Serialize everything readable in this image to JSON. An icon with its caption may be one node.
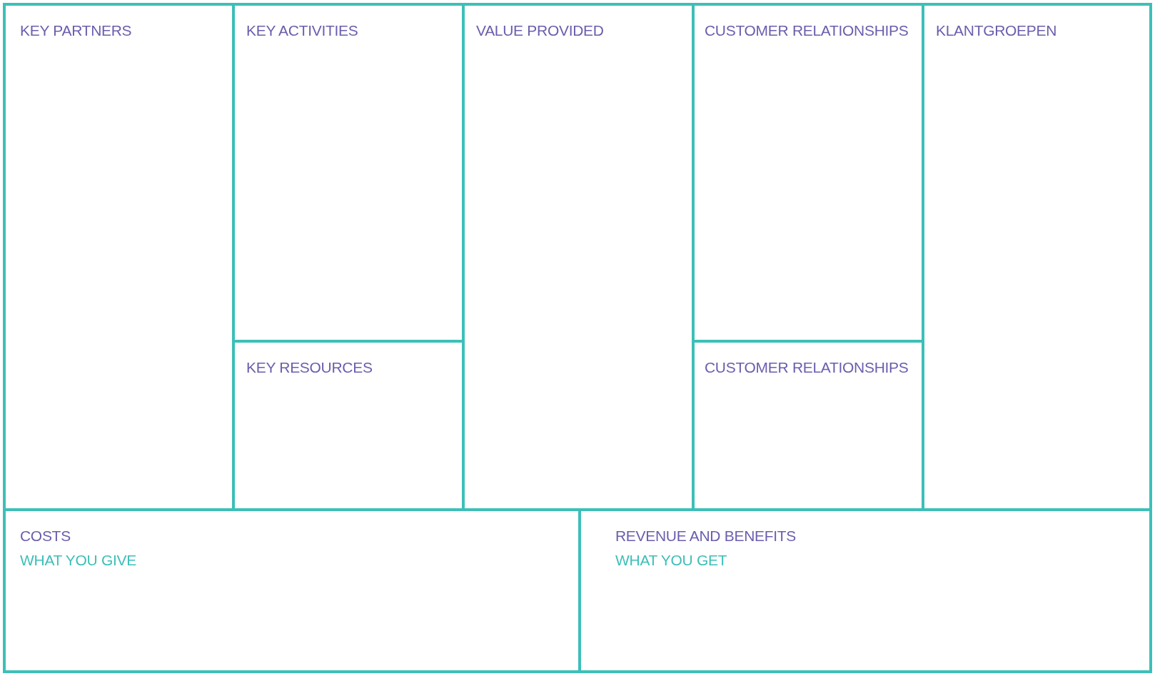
{
  "diagram": {
    "nodes": [
      {
        "text": [
          "KEY PARTNERS"
        ]
      },
      {
        "text": [
          "KEY ACTIVITIES"
        ]
      },
      {
        "text": [
          "KEY RESOURCES"
        ]
      },
      {
        "text": [
          "VALUE PROVIDED"
        ]
      },
      {
        "text": [
          "CUSTOMER RELATIONSHIPS"
        ]
      },
      {
        "text": [
          "CUSTOMER RELATIONSHIPS"
        ]
      },
      {
        "text": [
          "KLANTGROEPEN"
        ]
      },
      {
        "text": [
          "COSTS",
          "WHAT YOU GIVE"
        ]
      },
      {
        "text": [
          "REVENUE AND BENEFITS",
          "WHAT YOU GET"
        ]
      }
    ]
  }
}
